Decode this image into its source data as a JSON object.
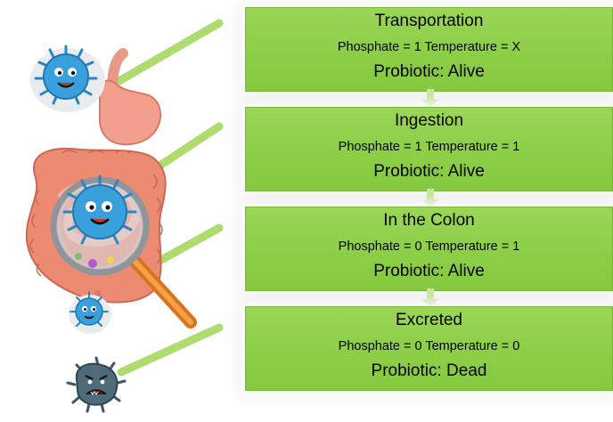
{
  "stages": [
    {
      "title": "Transportation",
      "condition": "Phosphate = 1 Temperature = X",
      "status": "Probiotic: Alive"
    },
    {
      "title": "Ingestion",
      "condition": "Phosphate = 1 Temperature = 1",
      "status": "Probiotic: Alive"
    },
    {
      "title": "In the Colon",
      "condition": "Phosphate = 0 Temperature = 1",
      "status": "Probiotic: Alive"
    },
    {
      "title": "Excreted",
      "condition": "Phosphate = 0 Temperature = 0",
      "status": "Probiotic: Dead"
    }
  ],
  "colors": {
    "box_fill": "#8ccf47",
    "box_border": "#7ab53a",
    "connector": "#a6d95f",
    "bacterium_alive": "#3aa0dc",
    "bacterium_dead": "#4f6a78",
    "intestine": "#ec8a72",
    "stomach": "#f2a08d"
  },
  "icons": [
    "bacterium-alive-icon",
    "digestive-tract-icon",
    "magnifying-glass-icon",
    "bacterium-dead-icon"
  ]
}
